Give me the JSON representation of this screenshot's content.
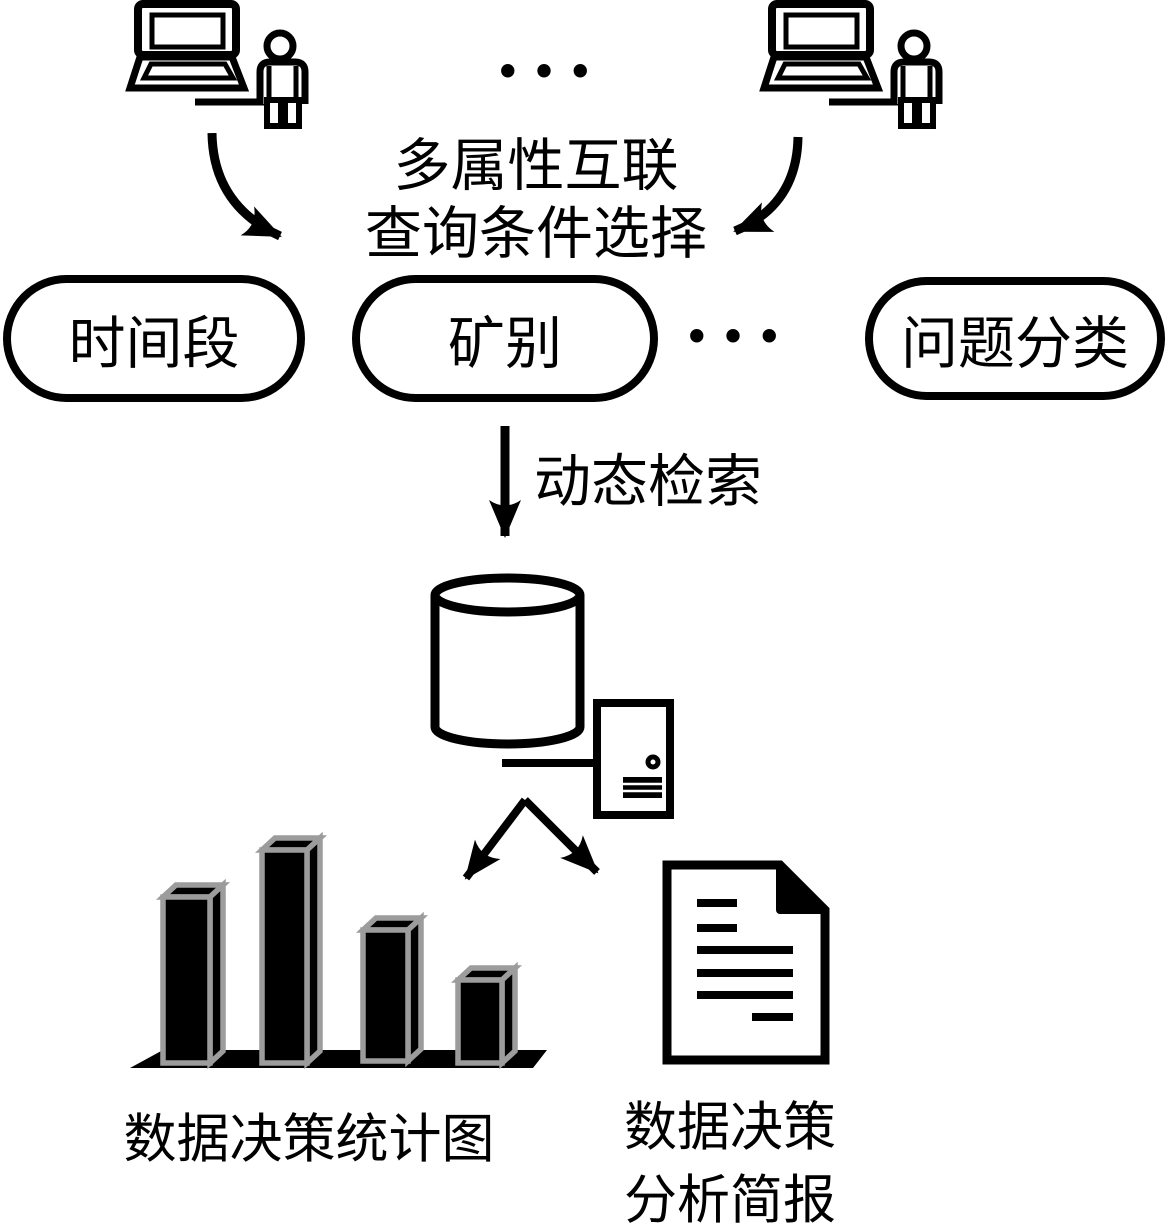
{
  "users": {
    "left_icon": "laptop-user-icon",
    "right_icon": "laptop-user-icon",
    "ellipsis": "•••"
  },
  "query": {
    "line1": "多属性互联",
    "line2": "查询条件选择"
  },
  "conditions": {
    "nodes": [
      "时间段",
      "矿别",
      "问题分类"
    ],
    "ellipsis": "•••"
  },
  "retrieval": {
    "arrow_label": "动态检索"
  },
  "storage": {
    "database_icon": "database-cylinder-icon",
    "server_icon": "server-tower-icon"
  },
  "outputs": {
    "chart": {
      "icon": "bar-chart-icon",
      "label": "数据决策统计图",
      "bars_relative_heights": [
        0.78,
        1.0,
        0.62,
        0.39
      ]
    },
    "report": {
      "icon": "document-icon",
      "label_line1": "数据决策",
      "label_line2": "分析简报"
    }
  },
  "colors": {
    "ink": "#000000",
    "background": "#ffffff",
    "bar_outline": "#9c9c9c"
  }
}
